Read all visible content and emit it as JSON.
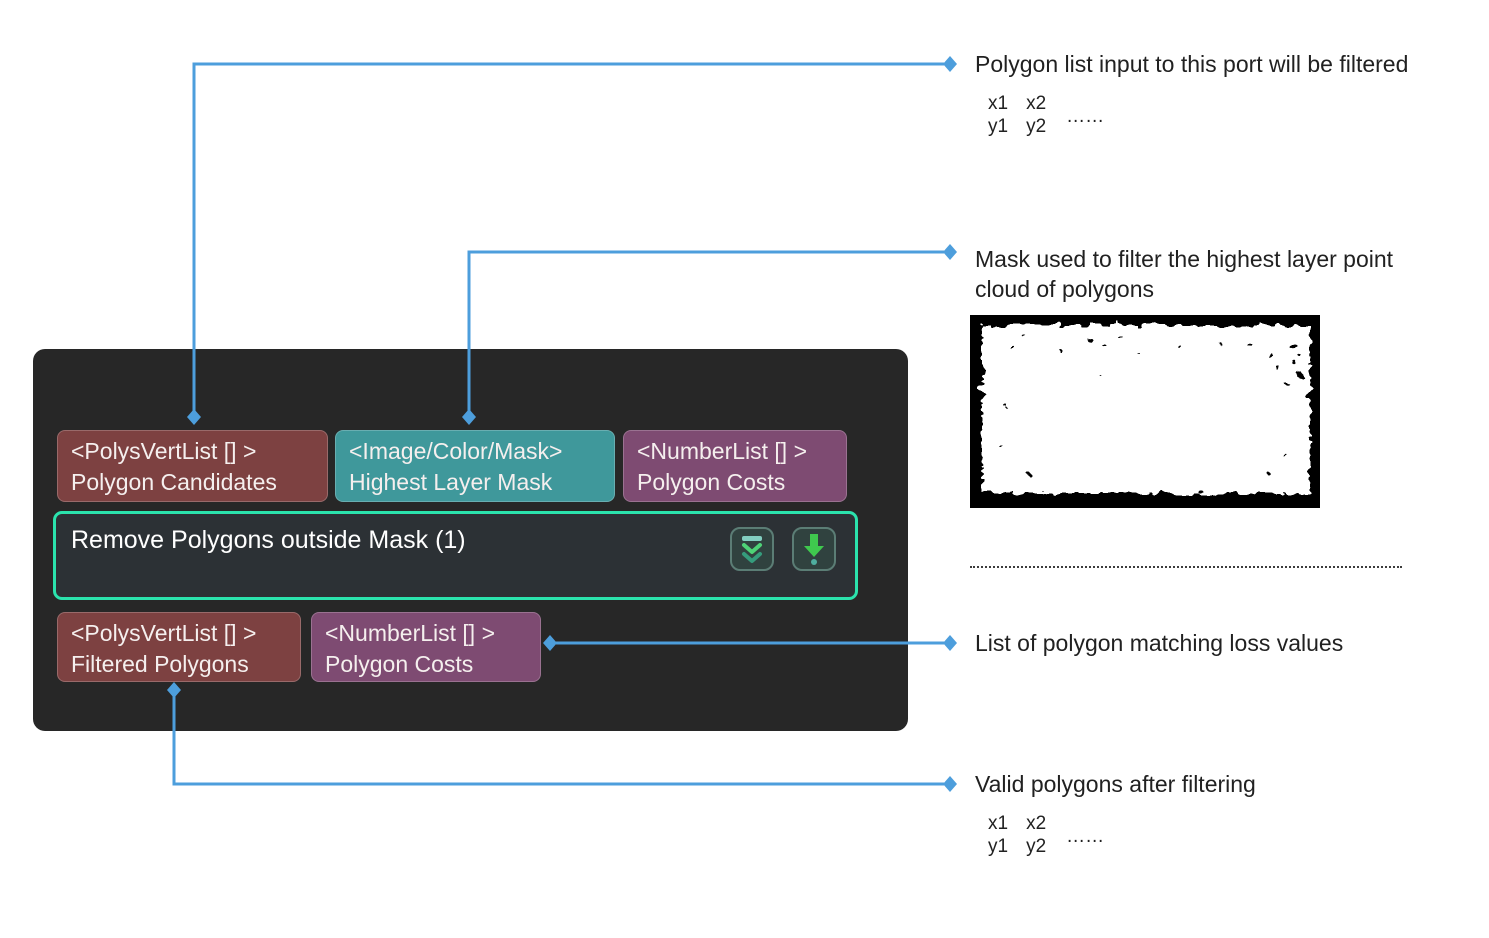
{
  "colors": {
    "connector_blue": "#4d9edc",
    "node_background": "#272727",
    "node_body_background": "#2c3135",
    "node_body_border": "#2be3ad",
    "port_red": "#7d4141",
    "port_teal": "#3f989b",
    "port_purple": "#7e4b72",
    "annotation_text": "#212121",
    "mask_black": "#000000",
    "mask_white": "#ffffff"
  },
  "node": {
    "title": "Remove Polygons outside Mask (1)",
    "input_ports": [
      {
        "type": "<PolysVertList [] >",
        "label": "Polygon Candidates"
      },
      {
        "type": "<Image/Color/Mask>",
        "label": "Highest Layer Mask"
      },
      {
        "type": "<NumberList [] >",
        "label": "Polygon Costs"
      }
    ],
    "output_ports": [
      {
        "type": "<PolysVertList [] >",
        "label": "Filtered Polygons"
      },
      {
        "type": "<NumberList [] >",
        "label": "Polygon Costs"
      }
    ]
  },
  "annotations": {
    "polygon_input": {
      "text": "Polygon list input to this port will be filtered",
      "matrix": {
        "x1": "x1",
        "x2": "x2",
        "y1": "y1",
        "y2": "y2",
        "ellipsis": "……"
      }
    },
    "mask": {
      "text": "Mask used to filter the highest layer point cloud of polygons"
    },
    "loss_values": {
      "text": "List of polygon matching loss values"
    },
    "valid_polygons": {
      "text": "Valid polygons after filtering",
      "matrix": {
        "x1": "x1",
        "x2": "x2",
        "y1": "y1",
        "y2": "y2",
        "ellipsis": "……"
      }
    }
  }
}
